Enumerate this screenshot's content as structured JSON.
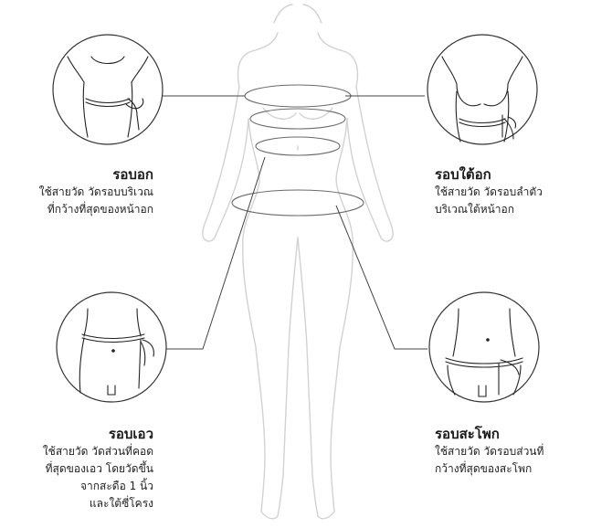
{
  "measurements": {
    "bust": {
      "title": "รอบอก",
      "desc": [
        "ใช้สายวัด วัดรอบบริเวณ",
        "ที่กว้างที่สุดของหน้าอก"
      ]
    },
    "underbust": {
      "title": "รอบใต้อก",
      "desc": [
        "ใช้สายวัด วัดรอบลำตัว",
        "บริเวณใต้หน้าอก"
      ]
    },
    "waist": {
      "title": "รอบเอว",
      "desc": [
        "ใช้สายวัด วัดส่วนที่คอด",
        "ที่สุดของเอว โดยวัดขึ้น",
        "จากสะดือ 1 นิ้ว",
        "และใต้ซี่โครง"
      ]
    },
    "hip": {
      "title": "รอบสะโพก",
      "desc": [
        "ใช้สายวัด วัดรอบส่วนที่",
        "กว้างที่สุดของสะโพก"
      ]
    }
  },
  "colors": {
    "body_outline": "#cfcfcf",
    "line": "#555555",
    "text": "#1a1a1a"
  }
}
